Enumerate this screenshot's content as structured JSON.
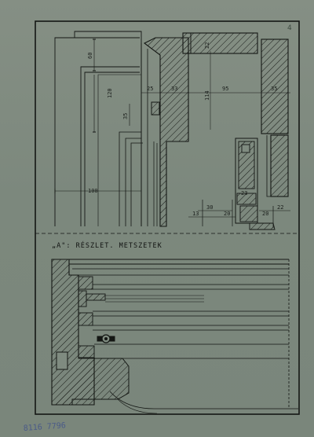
{
  "sheet": {
    "page_number": "4",
    "section_title": "„A\": RÉSZLET. METSZETEK",
    "stamp_text": "8116 7796",
    "ink_color": "#141714",
    "stamp_color": "#4a5a88"
  },
  "dimensions": {
    "d60": "60",
    "d120": "120",
    "d35": "35",
    "d100": "100",
    "d22": "22",
    "d25": "25",
    "d33": "33",
    "d95": "95",
    "d35b": "35",
    "d114": "114",
    "d13": "13",
    "d30": "30",
    "d20a": "20",
    "d20b": "20",
    "d22b": "22",
    "d23": "23"
  }
}
